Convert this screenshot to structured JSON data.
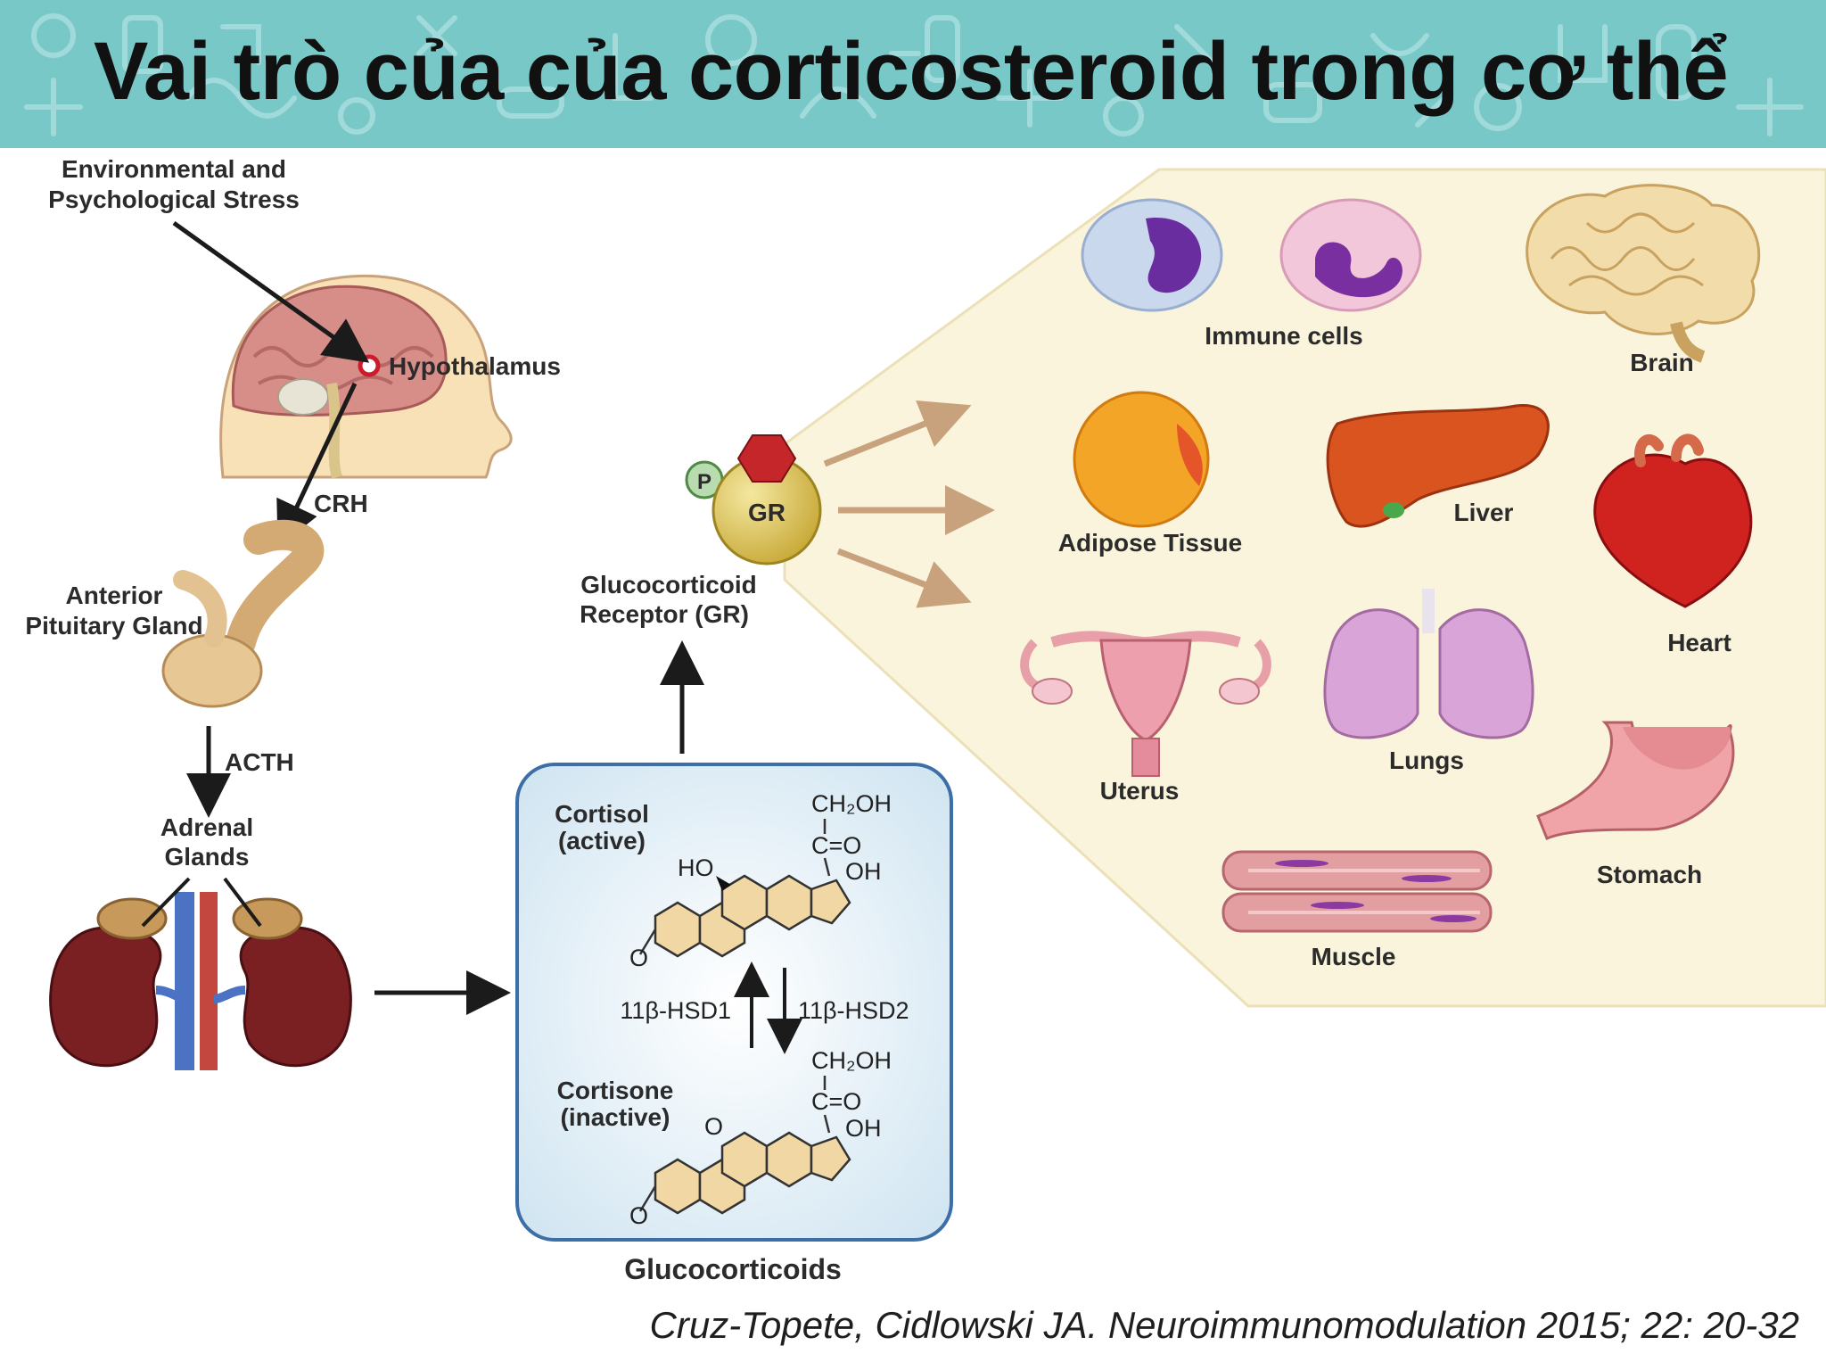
{
  "title": "Vai trò của của corticosteroid trong cơ thể",
  "citation": "Cruz-Topete, Cidlowski JA. Neuroimmunomodulation 2015; 22: 20-32",
  "colors": {
    "header_bg": "#79c8c8",
    "panel_bg": "#fbf4dc",
    "arrow_brown": "#c8a27c",
    "gr_yellow": "#d9c45a",
    "box_border": "#3c6ea8"
  },
  "labels": {
    "stress_line1": "Environmental and",
    "stress_line2": "Psychological Stress",
    "hypothalamus": "Hypothalamus",
    "crh": "CRH",
    "pituitary_line1": "Anterior",
    "pituitary_line2": "Pituitary Gland",
    "acth": "ACTH",
    "adrenal_line1": "Adrenal",
    "adrenal_line2": "Glands",
    "gr_p": "P",
    "gr": "GR",
    "receptor_line1": "Glucocorticoid",
    "receptor_line2": "Receptor (GR)",
    "glucocorticoids": "Glucocorticoids"
  },
  "chemistry": {
    "cortisol_line1": "Cortisol",
    "cortisol_line2": "(active)",
    "cortisone_line1": "Cortisone",
    "cortisone_line2": "(inactive)",
    "ch2oh": "CH₂OH",
    "co": "C=O",
    "oh": "OH",
    "ho": "HO",
    "o": "O",
    "enzyme_forward": "11β-HSD1",
    "enzyme_reverse": "11β-HSD2"
  },
  "organs": {
    "immune_cells": "Immune cells",
    "brain": "Brain",
    "adipose": "Adipose Tissue",
    "liver": "Liver",
    "heart": "Heart",
    "uterus": "Uterus",
    "lungs": "Lungs",
    "stomach": "Stomach",
    "muscle": "Muscle"
  }
}
